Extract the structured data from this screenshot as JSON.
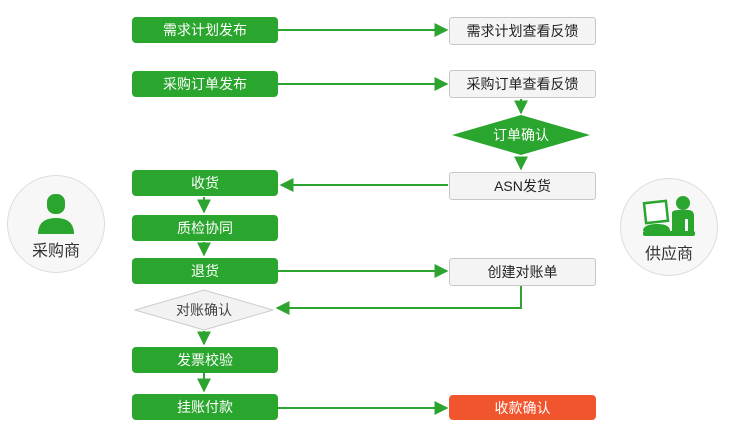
{
  "colors": {
    "green": "#2aa52d",
    "line-green": "#2ca42f",
    "red": "#f1552e",
    "plain-bg": "#f4f4f4",
    "plain-border": "#c8c8c8",
    "actor-bg": "#f7f7f7",
    "actor-border": "#dcdcdc"
  },
  "actors": {
    "buyer": {
      "label": "采购商"
    },
    "supplier": {
      "label": "供应商"
    }
  },
  "nodes": {
    "demand_plan_publish": {
      "label": "需求计划发布"
    },
    "demand_plan_feedback": {
      "label": "需求计划查看反馈"
    },
    "po_publish": {
      "label": "采购订单发布"
    },
    "po_feedback": {
      "label": "采购订单查看反馈"
    },
    "order_confirm": {
      "label": "订单确认"
    },
    "receive_goods": {
      "label": "收货"
    },
    "asn_ship": {
      "label": "ASN发货"
    },
    "quality_check": {
      "label": "质检协同"
    },
    "return_goods": {
      "label": "退货"
    },
    "create_statement": {
      "label": "创建对账单"
    },
    "reconcile_confirm": {
      "label": "对账确认"
    },
    "invoice_verify": {
      "label": "发票校验"
    },
    "payment_on_account": {
      "label": "挂账付款"
    },
    "receipt_confirm": {
      "label": "收款确认"
    }
  }
}
